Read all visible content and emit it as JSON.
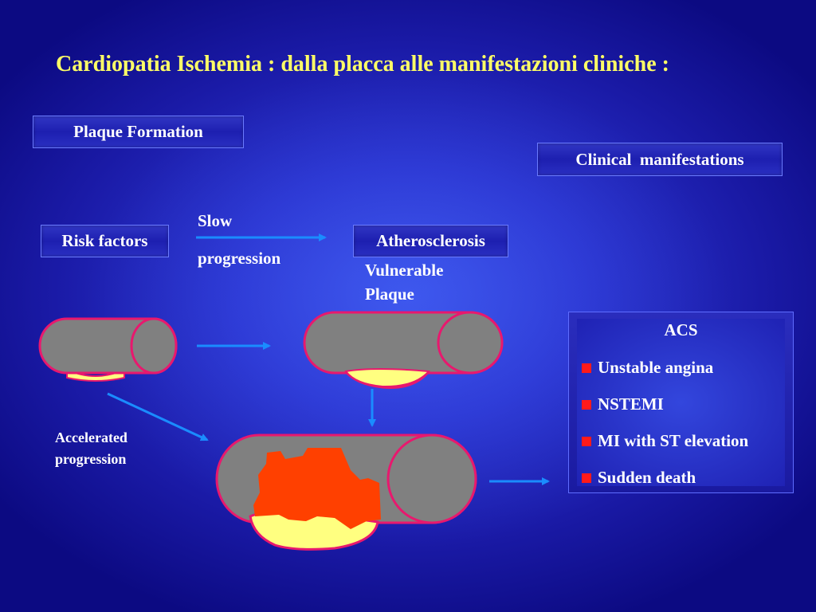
{
  "title": "Cardiopatia Ischemia : dalla placca alle manifestazioni cliniche :",
  "labels": {
    "plaque_formation": "Plaque Formation",
    "clinical_manifestations": "Clinical  manifestations",
    "risk_factors": "Risk factors",
    "slow": "Slow",
    "progression": "progression",
    "atherosclerosis": "Atherosclerosis",
    "vulnerable_plaque_1": "Vulnerable",
    "vulnerable_plaque_2": "Plaque",
    "accelerated_1": "Accelerated",
    "accelerated_2": "progression"
  },
  "acs": {
    "title": "ACS",
    "items": [
      "Unstable angina",
      "NSTEMI",
      "MI with ST elevation",
      "Sudden death"
    ]
  },
  "colors": {
    "title": "#ffff66",
    "vessel_fill": "#808080",
    "vessel_stroke": "#e8186e",
    "plaque_yellow": "#ffff80",
    "thrombus_red": "#ff4000",
    "arrow": "#1a8cff",
    "bullet": "#ff1a1a"
  }
}
